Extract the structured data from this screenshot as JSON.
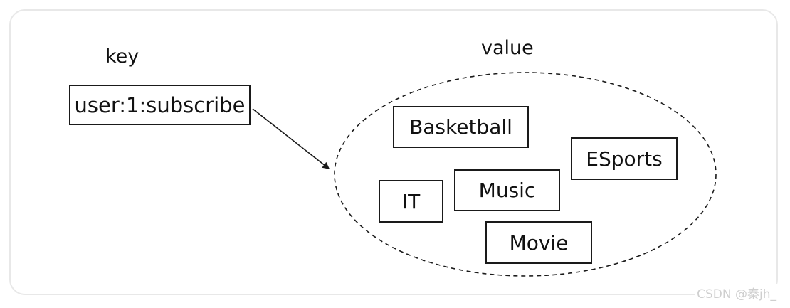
{
  "diagram": {
    "key_label": "key",
    "value_label": "value",
    "key_box_text": "user:1:subscribe",
    "value_items": [
      {
        "label": "Basketball"
      },
      {
        "label": "ESports"
      },
      {
        "label": "IT"
      },
      {
        "label": "Music"
      },
      {
        "label": "Movie"
      }
    ]
  },
  "watermark": "CSDN @秦jh_",
  "colors": {
    "stroke": "#1a1a1a",
    "text": "#111111",
    "card_border": "#e8e8e8",
    "watermark": "#cfcfcf",
    "bg": "#ffffff"
  }
}
